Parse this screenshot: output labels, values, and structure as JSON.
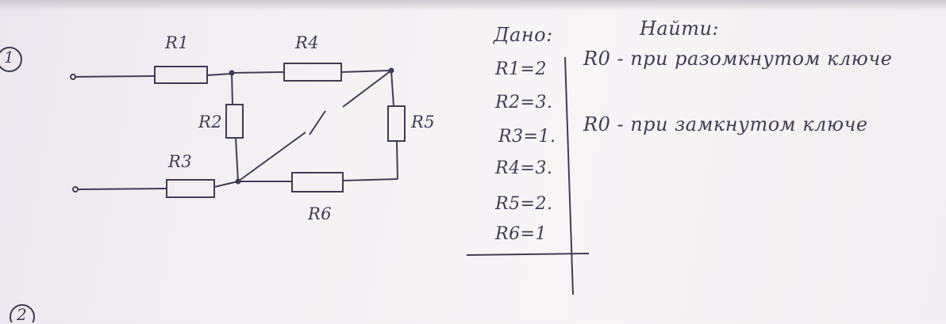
{
  "problem_numbers": [
    "1",
    "2"
  ],
  "circuit": {
    "resistor_labels": [
      "R1",
      "R4",
      "R2",
      "R5",
      "R3",
      "R6"
    ]
  },
  "given": {
    "heading": "Дано:",
    "values": [
      "R1=2",
      "R2=3.",
      "R3=1.",
      "R4=3.",
      "R5=2.",
      "R6=1"
    ]
  },
  "find": {
    "heading": "Найти:",
    "items": [
      "R0 - при разомкнутом ключе",
      "R0 - при замкнутом ключе"
    ]
  },
  "colors": {
    "ink": "#3f3d52",
    "paper": "#f4f1f4"
  }
}
